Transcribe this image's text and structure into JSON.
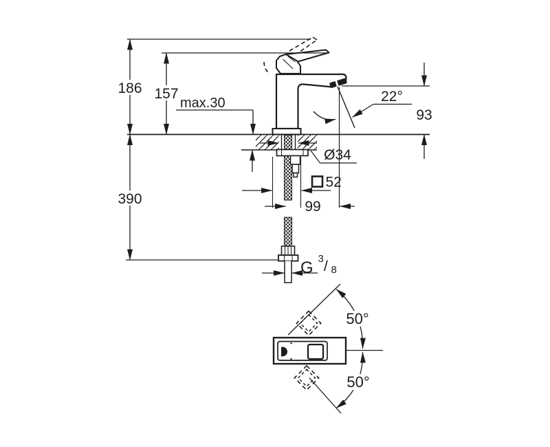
{
  "drawing": {
    "kind": "single-lever-basin-mixer-dimension-diagram",
    "colors": {
      "line": "#1d1d1b",
      "background": "#ffffff"
    },
    "dims": {
      "overall_height": "186",
      "handle_height": "157",
      "deck_thickness_max": "max.30",
      "stream_angle": "22°",
      "spout_height": "93",
      "hose_length": "390",
      "hole_diameter": "Ø34",
      "base_square": "52",
      "spout_reach": "99",
      "thread_letter": "G",
      "thread_numerator": "3",
      "thread_slash": "/",
      "thread_denominator": "8",
      "handle_swing_upper": "50°",
      "handle_swing_lower": "50°"
    }
  }
}
